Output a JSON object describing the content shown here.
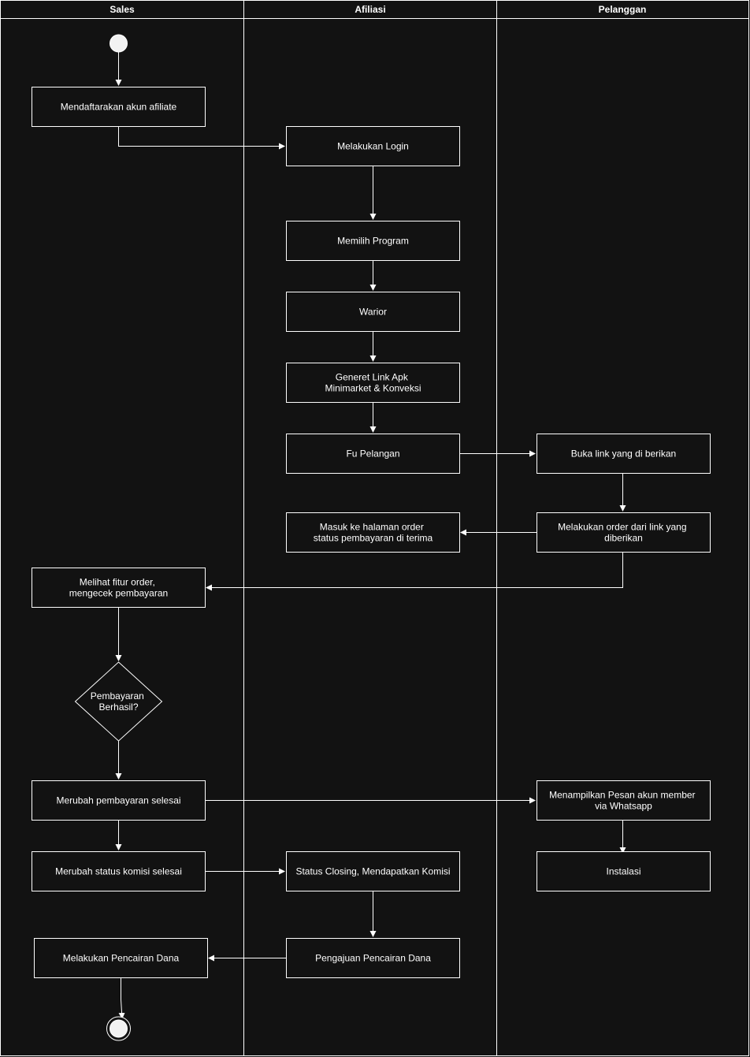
{
  "lanes": {
    "sales": "Sales",
    "afiliasi": "Afiliasi",
    "pelanggan": "Pelanggan"
  },
  "nodes": {
    "register": [
      "Mendaftarakan akun afiliate"
    ],
    "login": [
      "Melakukan Login"
    ],
    "choose_program": [
      "Memilih Program"
    ],
    "warior": [
      "Warior"
    ],
    "generate_link": [
      "Generet Link Apk",
      "Minimarket & Konveksi"
    ],
    "fu_customer": [
      "Fu Pelangan"
    ],
    "open_link": [
      "Buka link yang di berikan"
    ],
    "place_order": [
      "Melakukan order dari link yang",
      "diberikan"
    ],
    "order_page": [
      "Masuk ke halaman order",
      "status pembayaran di terima"
    ],
    "check_payment": [
      "Melihat fitur order,",
      "mengecek pembayaran"
    ],
    "payment_decision": [
      "Pembayaran",
      "Berhasil?"
    ],
    "payment_done": [
      "Merubah pembayaran selesai"
    ],
    "member_message": [
      "Menampilkan Pesan akun member",
      "via Whatsapp"
    ],
    "commission_done": [
      "Merubah status komisi selesai"
    ],
    "closing_status": [
      "Status Closing, Mendapatkan Komisi"
    ],
    "installation": [
      "Instalasi"
    ],
    "withdraw_request": [
      "Pengajuan Pencairan Dana"
    ],
    "withdraw": [
      "Melakukan Pencairan Dana"
    ]
  },
  "colors": {
    "background": "#121212",
    "line": "#ffffff",
    "text": "#ffffff"
  }
}
